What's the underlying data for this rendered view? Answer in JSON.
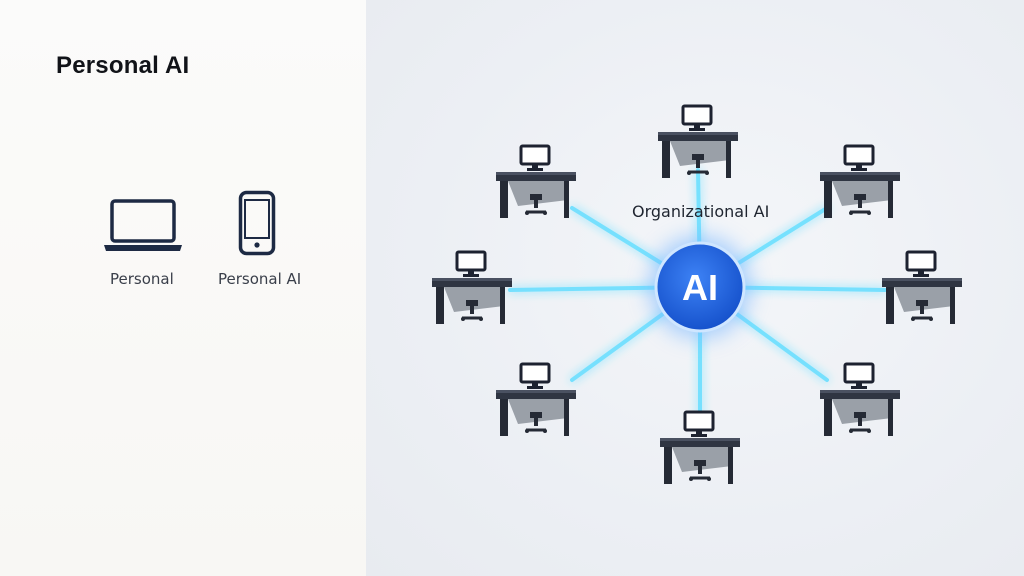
{
  "title": "Personal AI",
  "devices": [
    {
      "label": "Personal",
      "icon": "laptop-icon"
    },
    {
      "label": "Personal AI",
      "icon": "smartphone-icon"
    }
  ],
  "network": {
    "label": "Organizational AI",
    "hub_label": "AI",
    "workstation_count": 8,
    "colors": {
      "hub": "#1f63df",
      "hub_glow": "#7ab8ff",
      "connection": "#6fe0ff",
      "desk_top": "#2e3440",
      "desk_panel": "#9aa0a8"
    }
  }
}
